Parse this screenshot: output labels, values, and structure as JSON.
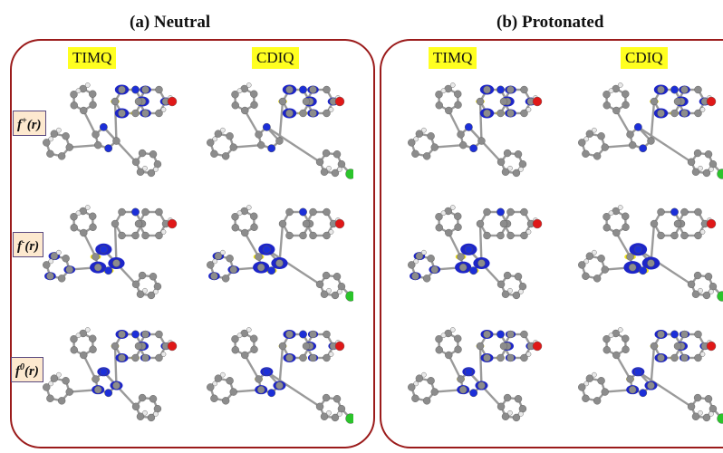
{
  "panels": [
    {
      "title": "(a) Neutral",
      "labels": [
        "TIMQ",
        "CDIQ"
      ]
    },
    {
      "title": "(b) Protonated",
      "labels": [
        "TIMQ",
        "CDIQ"
      ]
    }
  ],
  "fukui_rows": [
    {
      "base": "f",
      "sup": "+",
      "rest": "(r)"
    },
    {
      "base": "f",
      "sup": "-",
      "rest": "(r)"
    },
    {
      "base": "f",
      "sup": "0",
      "rest": "(r)"
    }
  ],
  "colors": {
    "frame": "#9b1b1b",
    "label_highlight": "#ffff20",
    "fukui_label_bg": "#fde9cf",
    "carbon": "#8c8c8c",
    "hydrogen": "#e8e8e8",
    "nitrogen": "#1c2fd8",
    "oxygen": "#e01818",
    "chlorine": "#2bc42b",
    "lobe_positive": "#1d25c8",
    "lobe_negative": "#f2e51e"
  }
}
